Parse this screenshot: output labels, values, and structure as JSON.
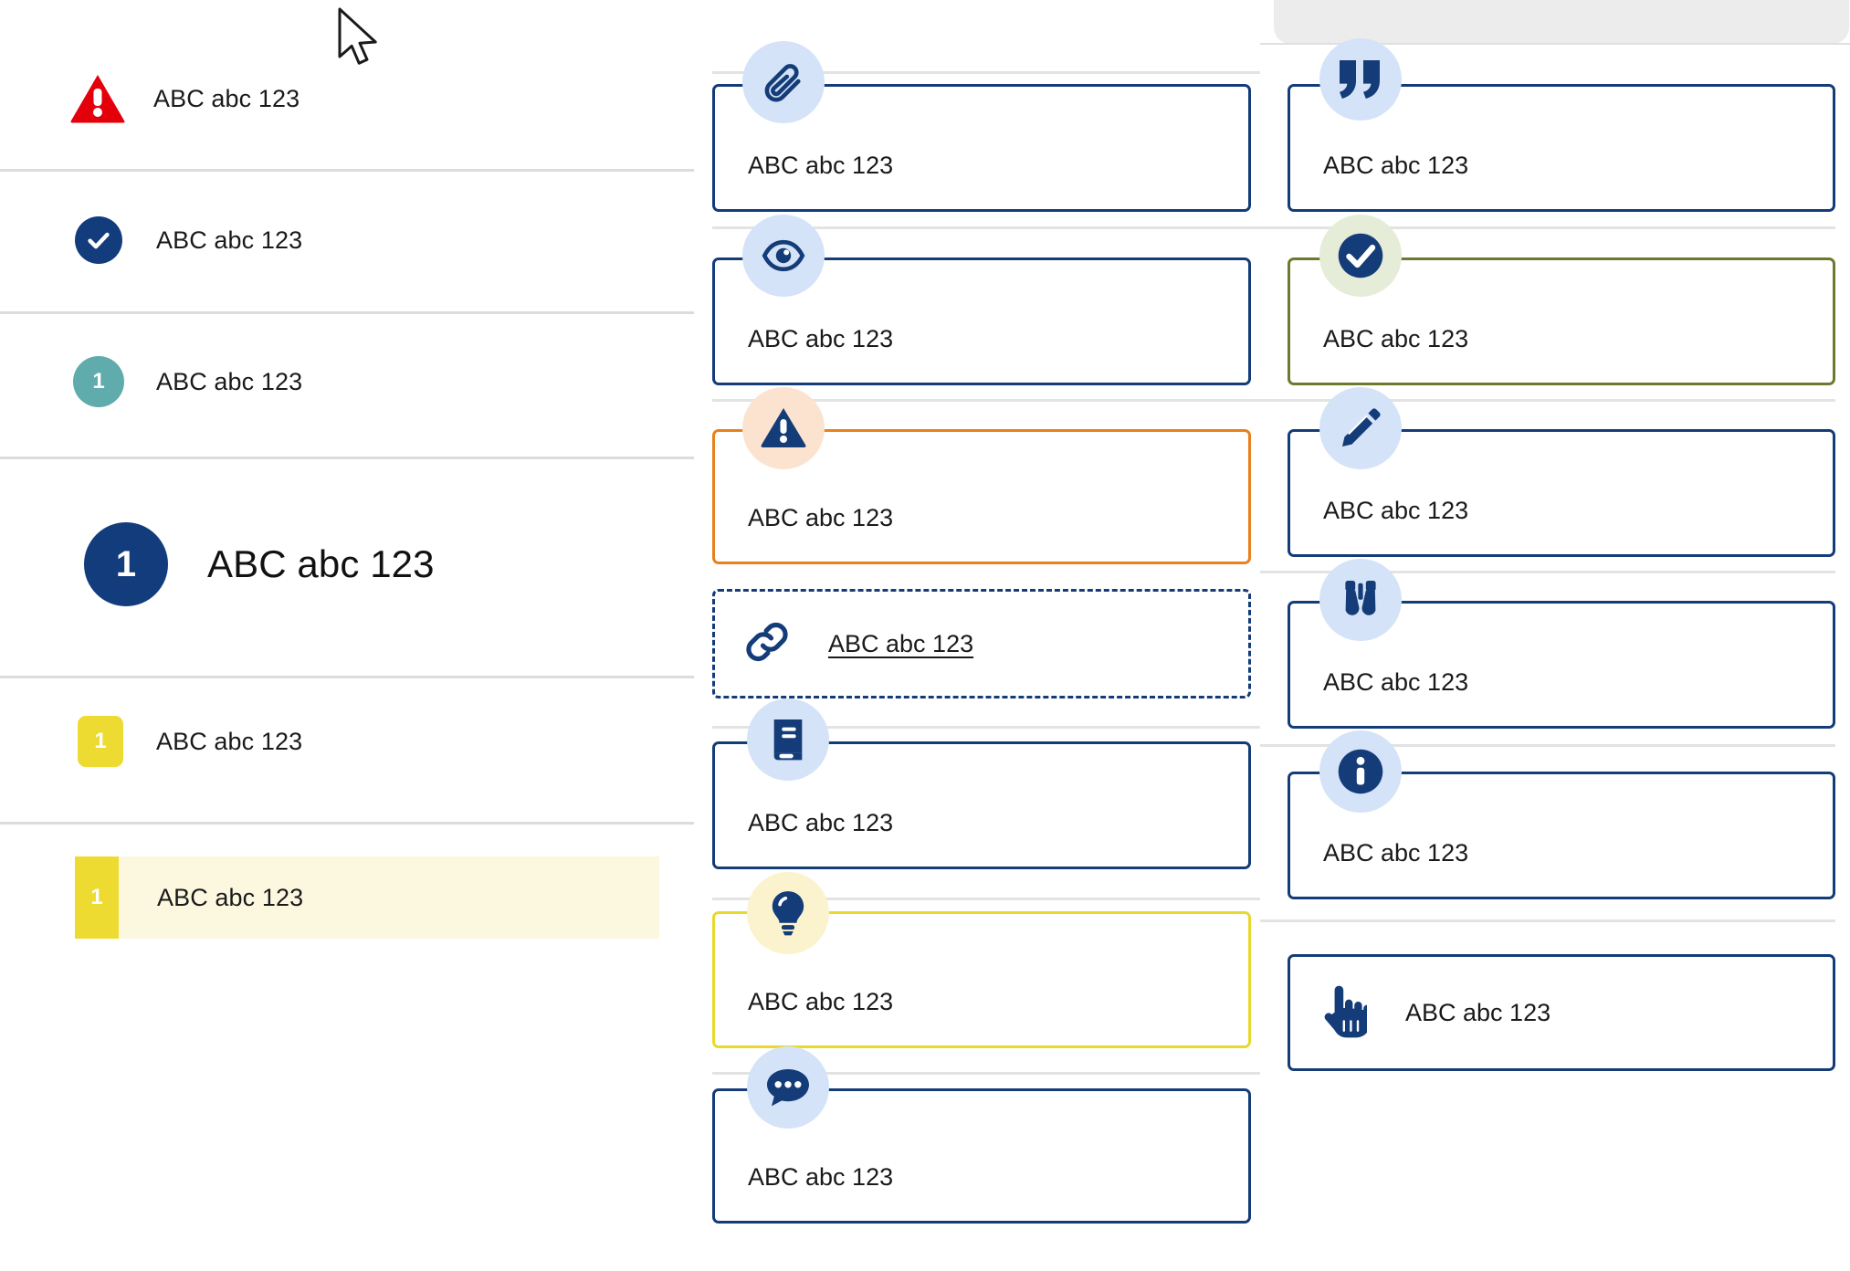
{
  "sample_text": "ABC abc 123",
  "colors": {
    "navy": "#143C78",
    "alert_red": "#E3000B",
    "teal": "#60ABAC",
    "yellow": "#EEDB31",
    "warning_orange": "#E8801E",
    "success_olive": "#6B7A2D",
    "highlight_bg": "#FCF8E0",
    "icon_circle_blue": "#D4E3F8",
    "icon_circle_orange": "#FCE3CF",
    "icon_circle_green": "#E5ECD7",
    "icon_circle_yellow": "#FAF3CD",
    "divider": "#DCDCDC"
  },
  "left_list": {
    "items": [
      {
        "icon": "alert-triangle-icon",
        "badge": "",
        "label": "ABC abc 123",
        "variant": "alert"
      },
      {
        "icon": "check-circle-icon",
        "badge": "",
        "label": "ABC abc 123",
        "variant": "success"
      },
      {
        "icon": "number-circle-icon",
        "badge": "1",
        "label": "ABC abc 123",
        "variant": "teal"
      },
      {
        "icon": "number-circle-large-icon",
        "badge": "1",
        "label": "ABC abc 123",
        "variant": "primary-large"
      },
      {
        "icon": "number-square-icon",
        "badge": "1",
        "label": "ABC abc 123",
        "variant": "yellow"
      },
      {
        "icon": "number-bar-icon",
        "badge": "1",
        "label": "ABC abc 123",
        "variant": "yellow-highlight"
      }
    ]
  },
  "middle_column": {
    "cards": [
      {
        "icon": "paperclip-icon",
        "label": "ABC abc 123",
        "variant": "default"
      },
      {
        "icon": "eye-icon",
        "label": "ABC abc 123",
        "variant": "default"
      },
      {
        "icon": "warning-triangle-icon",
        "label": "ABC abc 123",
        "variant": "warning"
      },
      {
        "icon": "link-chain-icon",
        "label": "ABC abc 123",
        "variant": "link-dashed"
      },
      {
        "icon": "book-icon",
        "label": "ABC abc 123",
        "variant": "default"
      },
      {
        "icon": "lightbulb-icon",
        "label": "ABC abc 123",
        "variant": "tip"
      },
      {
        "icon": "speech-bubble-icon",
        "label": "ABC abc 123",
        "variant": "default"
      }
    ]
  },
  "right_column": {
    "cards": [
      {
        "icon": "quote-icon",
        "label": "ABC abc 123",
        "variant": "default"
      },
      {
        "icon": "check-circle-icon",
        "label": "ABC abc 123",
        "variant": "success"
      },
      {
        "icon": "pencil-icon",
        "label": "ABC abc 123",
        "variant": "default"
      },
      {
        "icon": "binoculars-icon",
        "label": "ABC abc 123",
        "variant": "default"
      },
      {
        "icon": "info-circle-icon",
        "label": "ABC abc 123",
        "variant": "default"
      },
      {
        "icon": "pointing-hand-icon",
        "label": "ABC abc 123",
        "variant": "inline-hand"
      }
    ]
  },
  "cursor": {
    "type": "arrow-pointer"
  }
}
